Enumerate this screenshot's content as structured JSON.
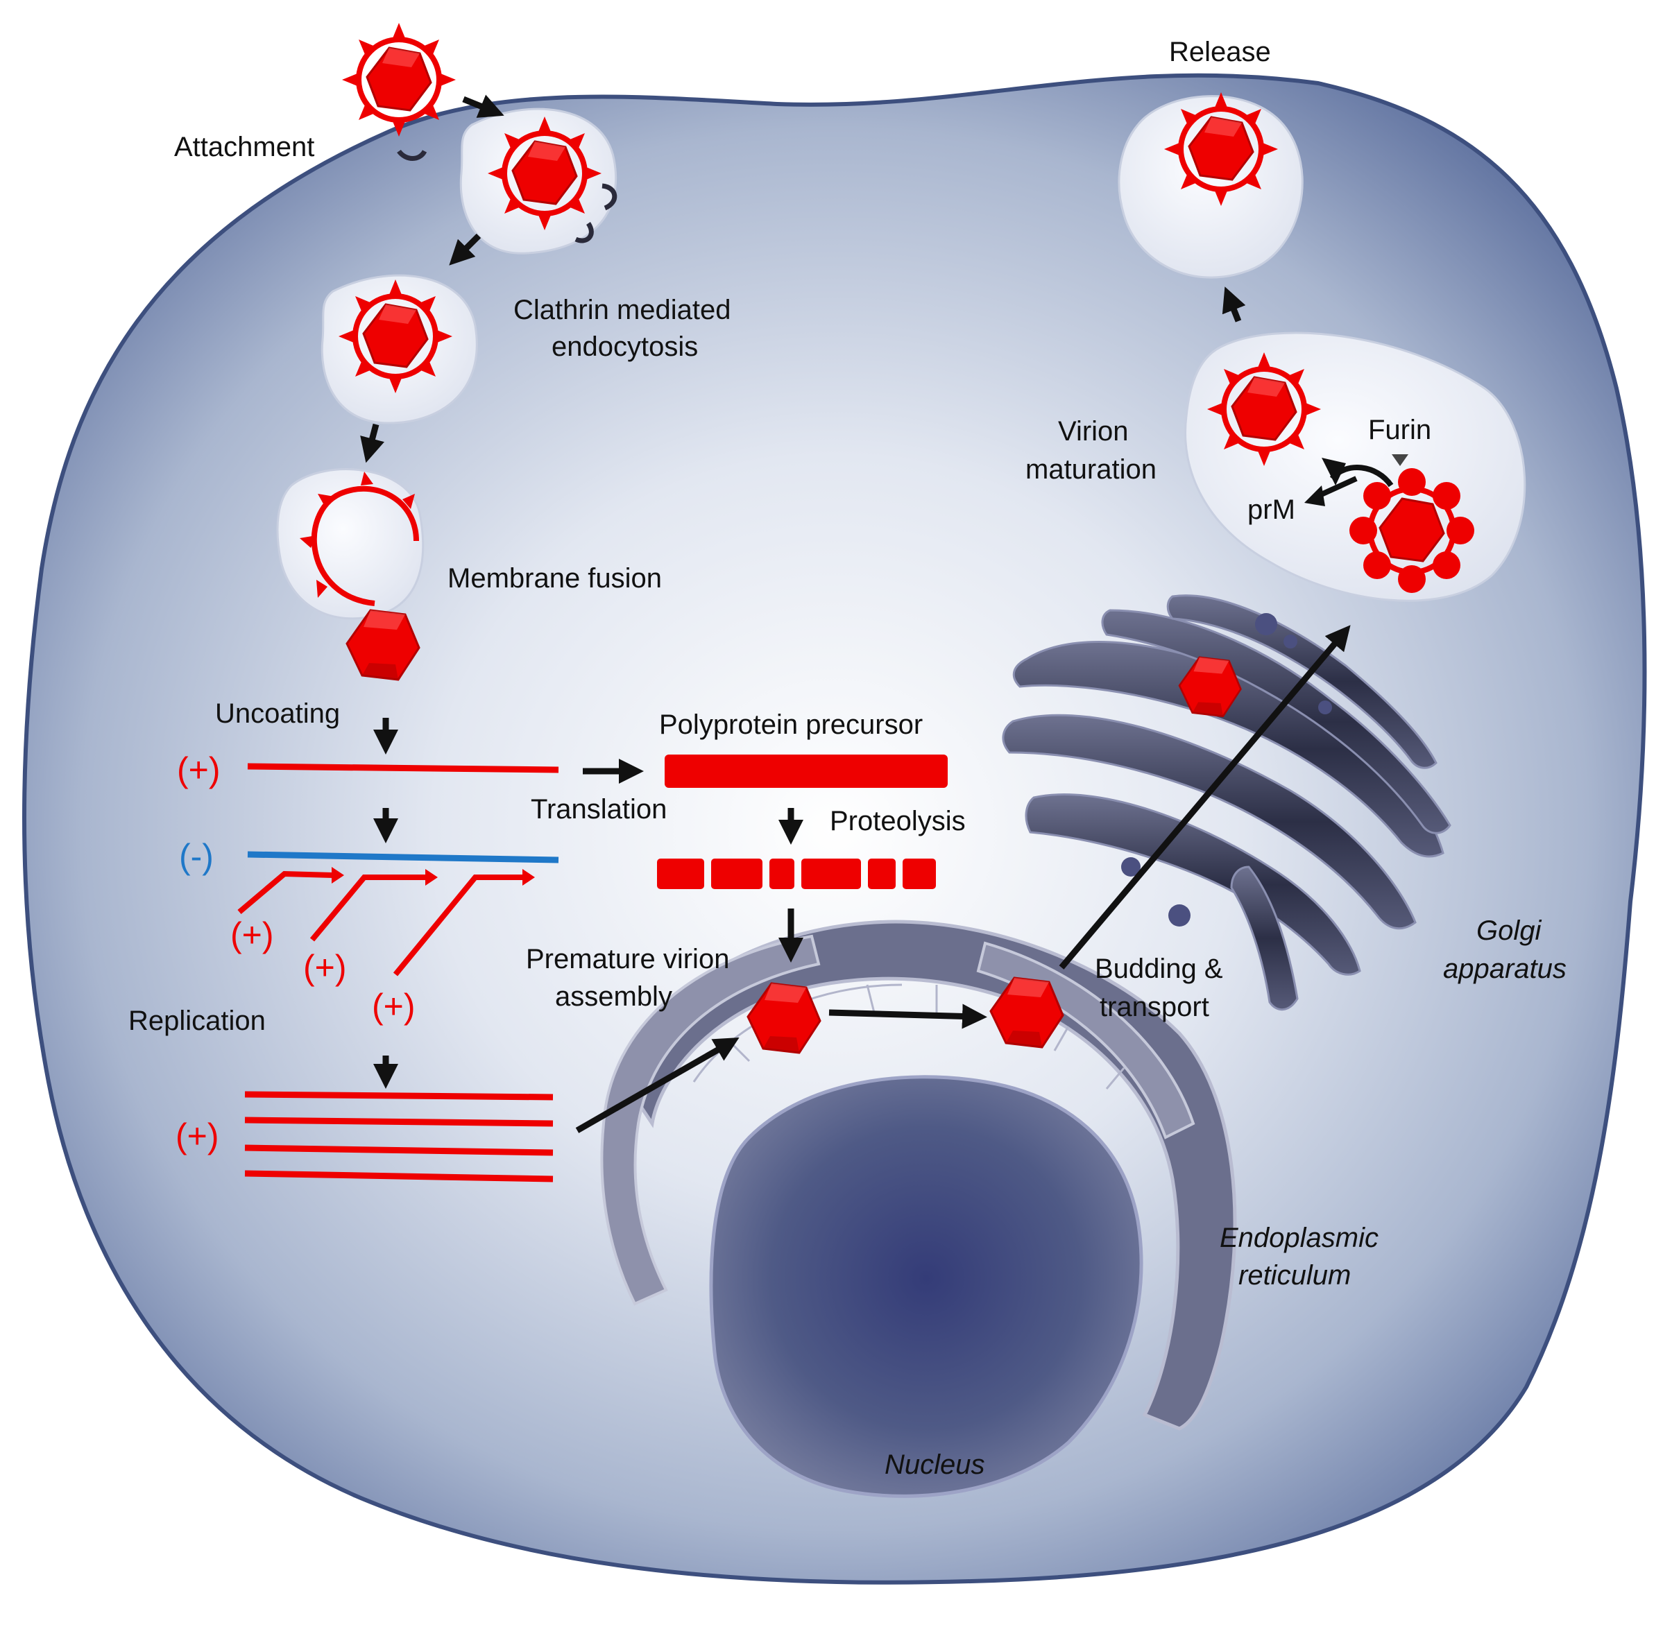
{
  "labels": {
    "attachment": "Attachment",
    "clathrin_1": "Clathrin mediated",
    "clathrin_2": "endocytosis",
    "membrane_fusion": "Membrane fusion",
    "uncoating": "Uncoating",
    "translation": "Translation",
    "polyprotein_precursor": "Polyprotein precursor",
    "proteolysis": "Proteolysis",
    "replication": "Replication",
    "premature_1": "Premature virion",
    "premature_2": "assembly",
    "budding_1": "Budding &",
    "budding_2": "transport",
    "virion_maturation_1": "Virion",
    "virion_maturation_2": "maturation",
    "furin": "Furin",
    "prm": "prM",
    "release": "Release",
    "golgi_1": "Golgi",
    "golgi_2": "apparatus",
    "er_1": "Endoplasmic",
    "er_2": "reticulum",
    "nucleus": "Nucleus"
  },
  "strand_signs": {
    "positive": "(+)",
    "negative": "(-)"
  },
  "colors": {
    "virus_red": "#ee0000",
    "negative_strand_blue": "#1f78c8",
    "cell_blue": "#5a6fa0",
    "organelle_dark": "#3c3f5a",
    "label_black": "#111111"
  }
}
